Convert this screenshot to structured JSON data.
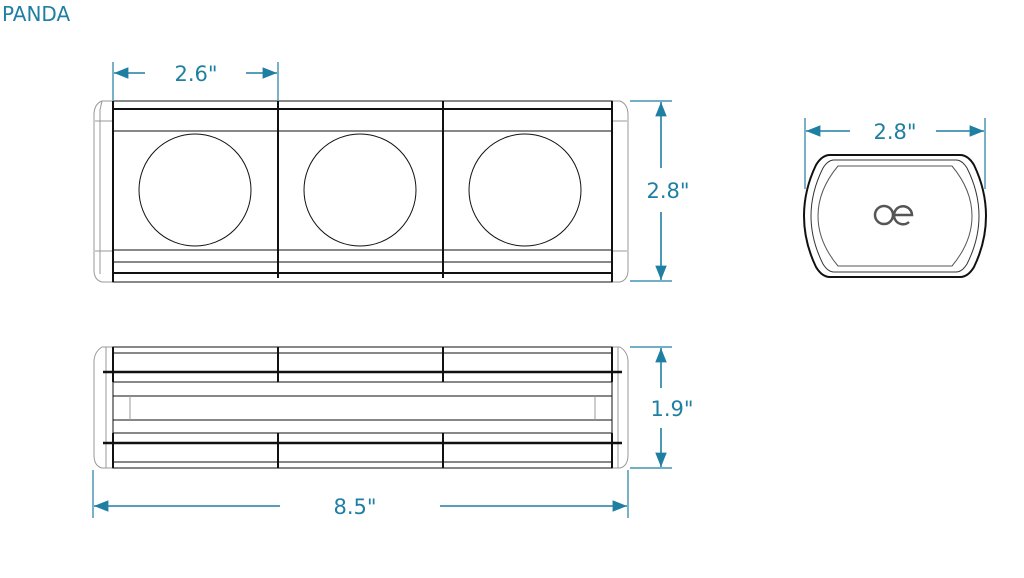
{
  "title": "PANDA",
  "colors": {
    "accent": "#1f7fa3",
    "line": "#111111"
  },
  "dimensions": {
    "top_view_cell_width": "2.6\"",
    "top_view_height": "2.8\"",
    "side_view_height": "1.9\"",
    "overall_length": "8.5\"",
    "end_view_width": "2.8\""
  },
  "logo": "oe"
}
